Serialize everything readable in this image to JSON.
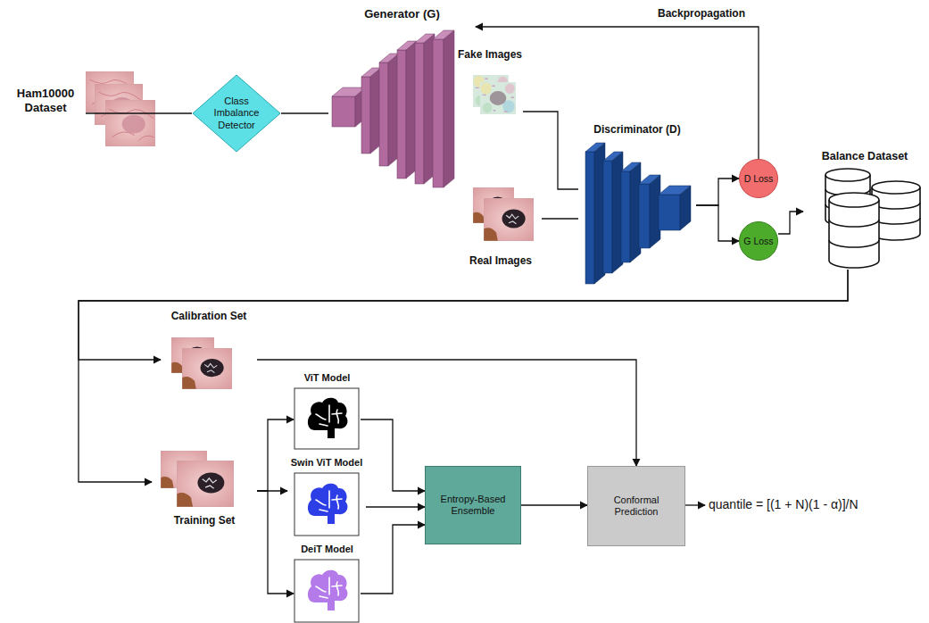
{
  "diagram": {
    "nodes": [
      {
        "text": [
          "Ham10000 Dataset"
        ]
      },
      {
        "text": [
          "Class Imbalance Detector"
        ]
      },
      {
        "text": [
          "Generator (G)"
        ]
      },
      {
        "text": [
          "Fake Images"
        ]
      },
      {
        "text": [
          "Real Images"
        ]
      },
      {
        "text": [
          "Discriminator (D)"
        ]
      },
      {
        "text": [
          "D Loss"
        ]
      },
      {
        "text": [
          "G Loss"
        ]
      },
      {
        "text": [
          "Balance Dataset"
        ]
      },
      {
        "text": [
          "Calibration Set"
        ]
      },
      {
        "text": [
          "Training Set"
        ]
      },
      {
        "text": [
          "ViT Model"
        ]
      },
      {
        "text": [
          "Swin ViT Model"
        ]
      },
      {
        "text": [
          "DeiT Model"
        ]
      },
      {
        "text": [
          "Entropy-Based Ensemble"
        ]
      },
      {
        "text": [
          "Conformal Prediction"
        ]
      }
    ],
    "edges": [
      {
        "from": 0,
        "to": 1,
        "arrow": "none"
      },
      {
        "from": 1,
        "to": 2,
        "arrow": "none"
      },
      {
        "from": 3,
        "to": 5,
        "arrow": "none"
      },
      {
        "from": 4,
        "to": 5,
        "arrow": "none"
      },
      {
        "from": 5,
        "to": 6,
        "arrow": "to"
      },
      {
        "from": 5,
        "to": 7,
        "arrow": "to"
      },
      {
        "from": 6,
        "to": 2,
        "label": "Backpropagation",
        "arrow": "to"
      },
      {
        "from": 7,
        "to": 8,
        "arrow": "to"
      },
      {
        "from": 8,
        "to": 9,
        "arrow": "to"
      },
      {
        "from": 8,
        "to": 10,
        "arrow": "to"
      },
      {
        "from": 10,
        "to": 11,
        "arrow": "to"
      },
      {
        "from": 10,
        "to": 12,
        "arrow": "to"
      },
      {
        "from": 10,
        "to": 13,
        "arrow": "to"
      },
      {
        "from": 11,
        "to": 14,
        "arrow": "to"
      },
      {
        "from": 12,
        "to": 14,
        "arrow": "to"
      },
      {
        "from": 13,
        "to": 14,
        "arrow": "to"
      },
      {
        "from": 14,
        "to": 15,
        "arrow": "to"
      },
      {
        "from": 9,
        "to": 15,
        "arrow": "to"
      }
    ],
    "labels": [
      "quantile = [(1 + N)(1 - α)]/N"
    ]
  }
}
